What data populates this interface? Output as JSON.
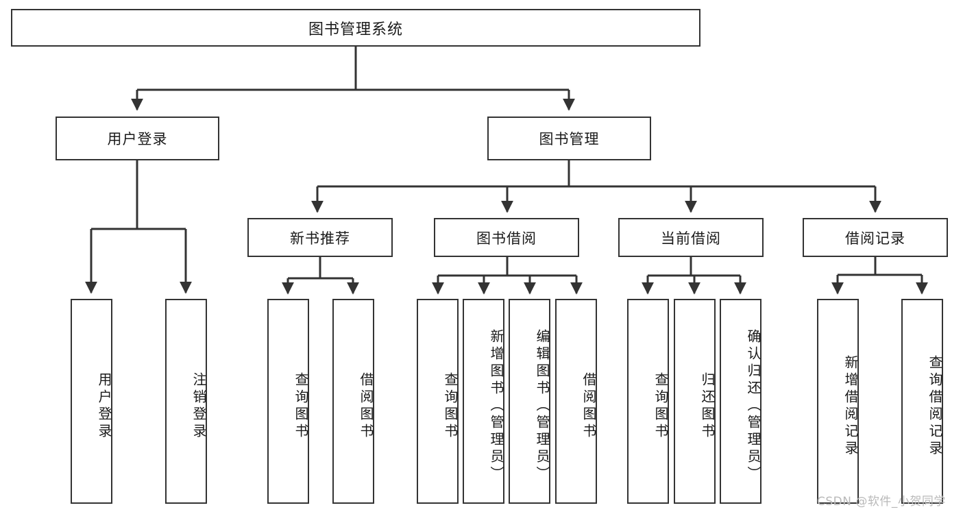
{
  "diagram": {
    "title": "图书管理系统",
    "watermark": "CSDN @软件_小贺同学",
    "colors": {
      "stroke": "#333333",
      "background": "#ffffff",
      "text": "#1a1a1a",
      "watermark": "#b9b9b9"
    },
    "root": {
      "label": "图书管理系统"
    },
    "level2": [
      {
        "label": "用户登录"
      },
      {
        "label": "图书管理"
      }
    ],
    "level3": [
      {
        "label": "新书推荐"
      },
      {
        "label": "图书借阅"
      },
      {
        "label": "当前借阅"
      },
      {
        "label": "借阅记录"
      }
    ],
    "leaves": {
      "user_login": [
        {
          "label": "用户登录"
        },
        {
          "label": "注销登录"
        }
      ],
      "new_book_recommend": [
        {
          "label": "查询图书"
        },
        {
          "label": "借阅图书"
        }
      ],
      "book_borrow": [
        {
          "label": "查询图书"
        },
        {
          "label": "新增图书（管理员）"
        },
        {
          "label": "编辑图书（管理员）"
        },
        {
          "label": "借阅图书"
        }
      ],
      "current_borrow": [
        {
          "label": "查询图书"
        },
        {
          "label": "归还图书"
        },
        {
          "label": "确认归还（管理员）"
        }
      ],
      "borrow_record": [
        {
          "label": "新增借阅记录"
        },
        {
          "label": "查询借阅记录"
        }
      ]
    }
  },
  "chart_data": {
    "type": "diagram",
    "title": "图书管理系统",
    "nodes": [
      {
        "id": "root",
        "label": "图书管理系统",
        "level": 0
      },
      {
        "id": "user-login",
        "label": "用户登录",
        "level": 1,
        "parent": "root"
      },
      {
        "id": "book-manage",
        "label": "图书管理",
        "level": 1,
        "parent": "root"
      },
      {
        "id": "new-book",
        "label": "新书推荐",
        "level": 2,
        "parent": "book-manage"
      },
      {
        "id": "book-borrow",
        "label": "图书借阅",
        "level": 2,
        "parent": "book-manage"
      },
      {
        "id": "current-borrow",
        "label": "当前借阅",
        "level": 2,
        "parent": "book-manage"
      },
      {
        "id": "borrow-record",
        "label": "借阅记录",
        "level": 2,
        "parent": "book-manage"
      },
      {
        "id": "leaf-1",
        "label": "用户登录",
        "level": 2,
        "parent": "user-login"
      },
      {
        "id": "leaf-2",
        "label": "注销登录",
        "level": 2,
        "parent": "user-login"
      },
      {
        "id": "leaf-3",
        "label": "查询图书",
        "level": 3,
        "parent": "new-book"
      },
      {
        "id": "leaf-4",
        "label": "借阅图书",
        "level": 3,
        "parent": "new-book"
      },
      {
        "id": "leaf-5",
        "label": "查询图书",
        "level": 3,
        "parent": "book-borrow"
      },
      {
        "id": "leaf-6",
        "label": "新增图书（管理员）",
        "level": 3,
        "parent": "book-borrow"
      },
      {
        "id": "leaf-7",
        "label": "编辑图书（管理员）",
        "level": 3,
        "parent": "book-borrow"
      },
      {
        "id": "leaf-8",
        "label": "借阅图书",
        "level": 3,
        "parent": "book-borrow"
      },
      {
        "id": "leaf-9",
        "label": "查询图书",
        "level": 3,
        "parent": "current-borrow"
      },
      {
        "id": "leaf-10",
        "label": "归还图书",
        "level": 3,
        "parent": "current-borrow"
      },
      {
        "id": "leaf-11",
        "label": "确认归还（管理员）",
        "level": 3,
        "parent": "current-borrow"
      },
      {
        "id": "leaf-12",
        "label": "新增借阅记录",
        "level": 3,
        "parent": "borrow-record"
      },
      {
        "id": "leaf-13",
        "label": "查询借阅记录",
        "level": 3,
        "parent": "borrow-record"
      }
    ]
  }
}
